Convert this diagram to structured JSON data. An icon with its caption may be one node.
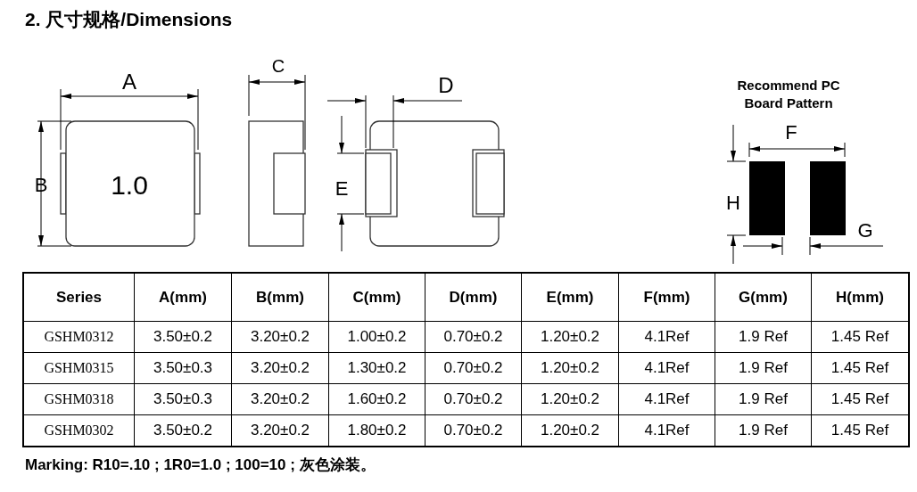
{
  "diagram": {
    "title": "2.  尺寸规格/Dimensions",
    "labels": [
      "A",
      "C",
      "D",
      "Recommend PC Board Pattern",
      "F",
      "B",
      "1.0",
      "E",
      "H",
      "G",
      "Series",
      "A(mm)",
      "B(mm)",
      "C(mm)",
      "D(mm)",
      "E(mm)",
      "F(mm)",
      "G(mm)",
      "H(mm)",
      "GSHM0312",
      "3.50±0.2",
      "3.20±0.2",
      "1.00±0.2",
      "0.70±0.2",
      "1.20±0.2",
      "4.1Ref",
      "1.9 Ref",
      "1.45 Ref",
      "GSHM0315",
      "3.50±0.3",
      "3.20±0.2",
      "1.30±0.2",
      "0.70±0.2",
      "1.20±0.2",
      "4.1Ref",
      "1.9 Ref",
      "1.45 Ref",
      "GSHM0318",
      "3.50±0.3",
      "3.20±0.2",
      "1.60±0.2",
      "0.70±0.2",
      "1.20±0.2",
      "4.1Ref",
      "1.9 Ref",
      "1.45 Ref",
      "GSHM0302",
      "3.50±0.2",
      "3.20±0.2",
      "1.80±0.2",
      "0.70±0.2",
      "1.20±0.2",
      "4.1Ref",
      "1.9 Ref",
      "1.45 Ref",
      "Marking: R10=.10 ; 1R0=1.0 ; 100=10 ;  灰色涂装。"
    ]
  }
}
